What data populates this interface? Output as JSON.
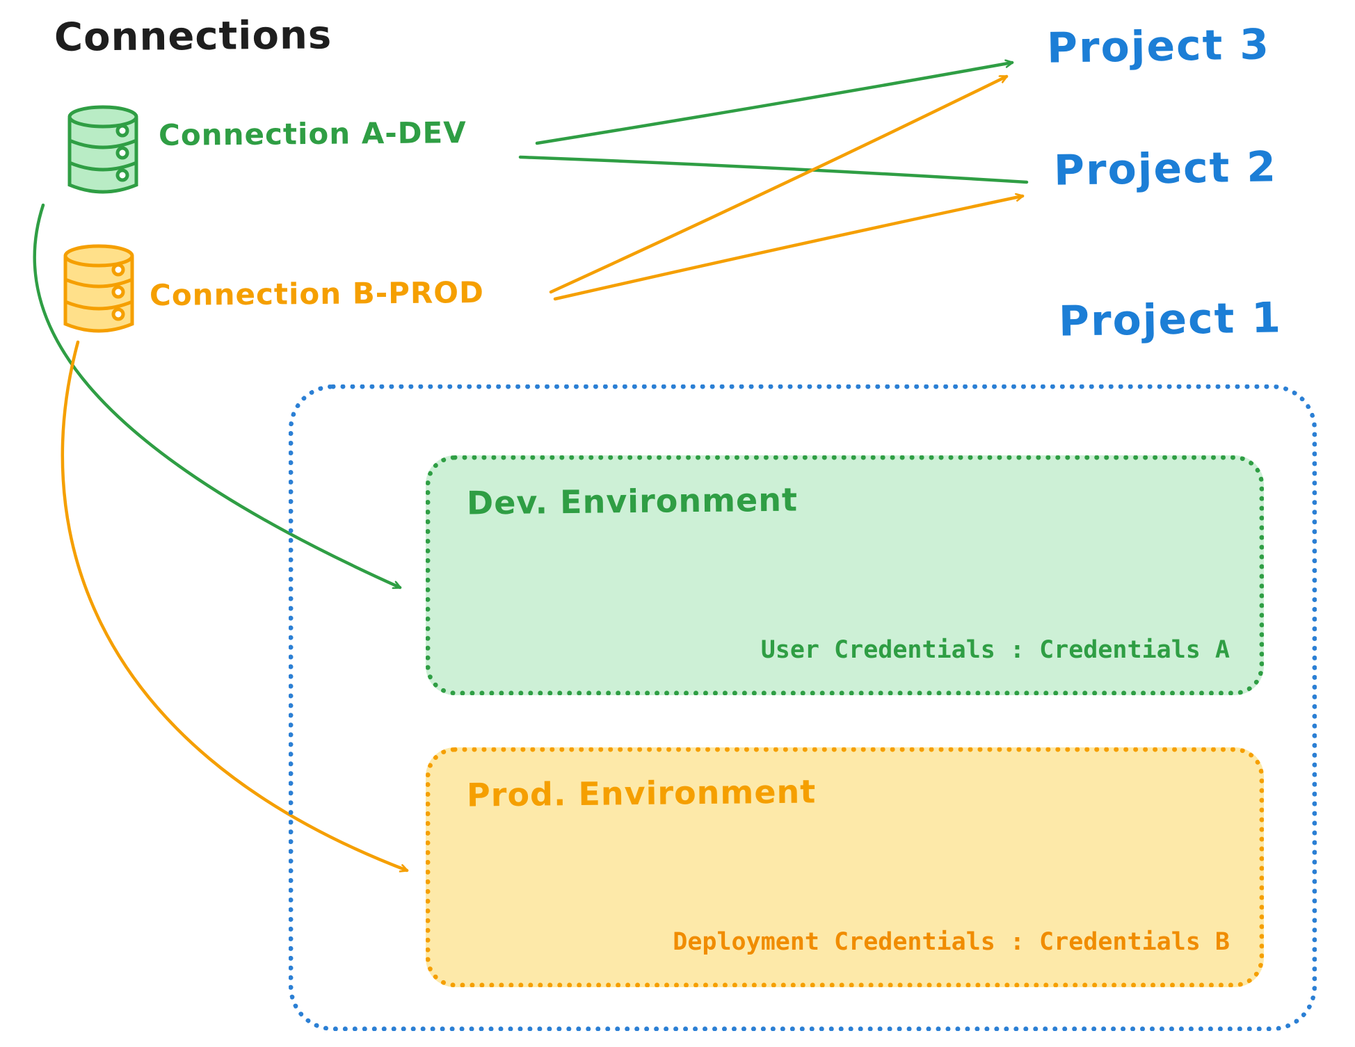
{
  "title": "Connections",
  "connections": [
    {
      "id": "a-dev",
      "label": "Connection A-DEV",
      "color": "#2f9e44"
    },
    {
      "id": "b-prod",
      "label": "Connection B-PROD",
      "color": "#f59f00"
    }
  ],
  "projects": [
    {
      "label": "Project 3"
    },
    {
      "label": "Project 2"
    },
    {
      "label": "Project 1"
    }
  ],
  "project1": {
    "dev_environment": {
      "title": "Dev. Environment",
      "credentials": "User Credentials : Credentials A",
      "fill": "#cdf0d6",
      "border": "#2f9e44"
    },
    "prod_environment": {
      "title": "Prod. Environment",
      "credentials": "Deployment Credentials : Credentials B",
      "fill": "#fde9a9",
      "border": "#f59f00"
    }
  },
  "colors": {
    "green": "#2f9e44",
    "orange": "#f59f00",
    "blue": "#1c7ed6",
    "title_black": "#1e1e1e"
  },
  "edges": [
    {
      "from": "Connection A-DEV",
      "to": "Project 3",
      "color": "green"
    },
    {
      "from": "Connection A-DEV",
      "to": "Project 2",
      "color": "green"
    },
    {
      "from": "Connection B-PROD",
      "to": "Project 3",
      "color": "orange"
    },
    {
      "from": "Connection B-PROD",
      "to": "Project 2",
      "color": "orange"
    },
    {
      "from": "Connection A-DEV",
      "to": "Dev. Environment",
      "color": "green"
    },
    {
      "from": "Connection B-PROD",
      "to": "Prod. Environment",
      "color": "orange"
    }
  ]
}
